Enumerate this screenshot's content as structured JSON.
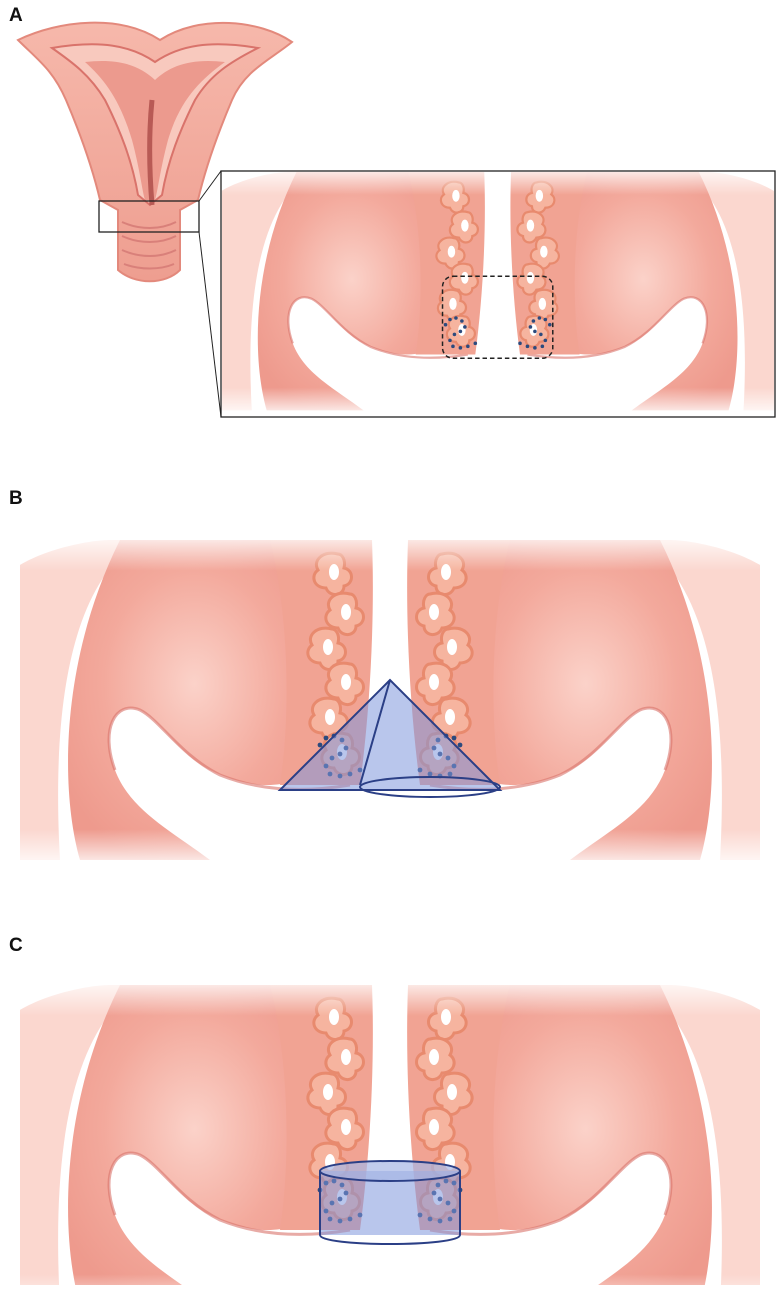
{
  "panels": [
    {
      "label": "A"
    },
    {
      "label": "B"
    },
    {
      "label": "C"
    }
  ],
  "colors": {
    "tissue": "#f3a99c",
    "tissue_light": "#fbd7cf",
    "tissue_dark": "#d9736b",
    "gland_outline": "#e88a6e",
    "gland_core": "#ffffff",
    "excision_fill": "#7f97dd",
    "excision_stroke": "#2b3f86",
    "dot_marker": "#2c4a7d",
    "frame": "#222222"
  },
  "shapes": {
    "panel_b_excision": "cone",
    "panel_c_excision": "cylinder"
  }
}
